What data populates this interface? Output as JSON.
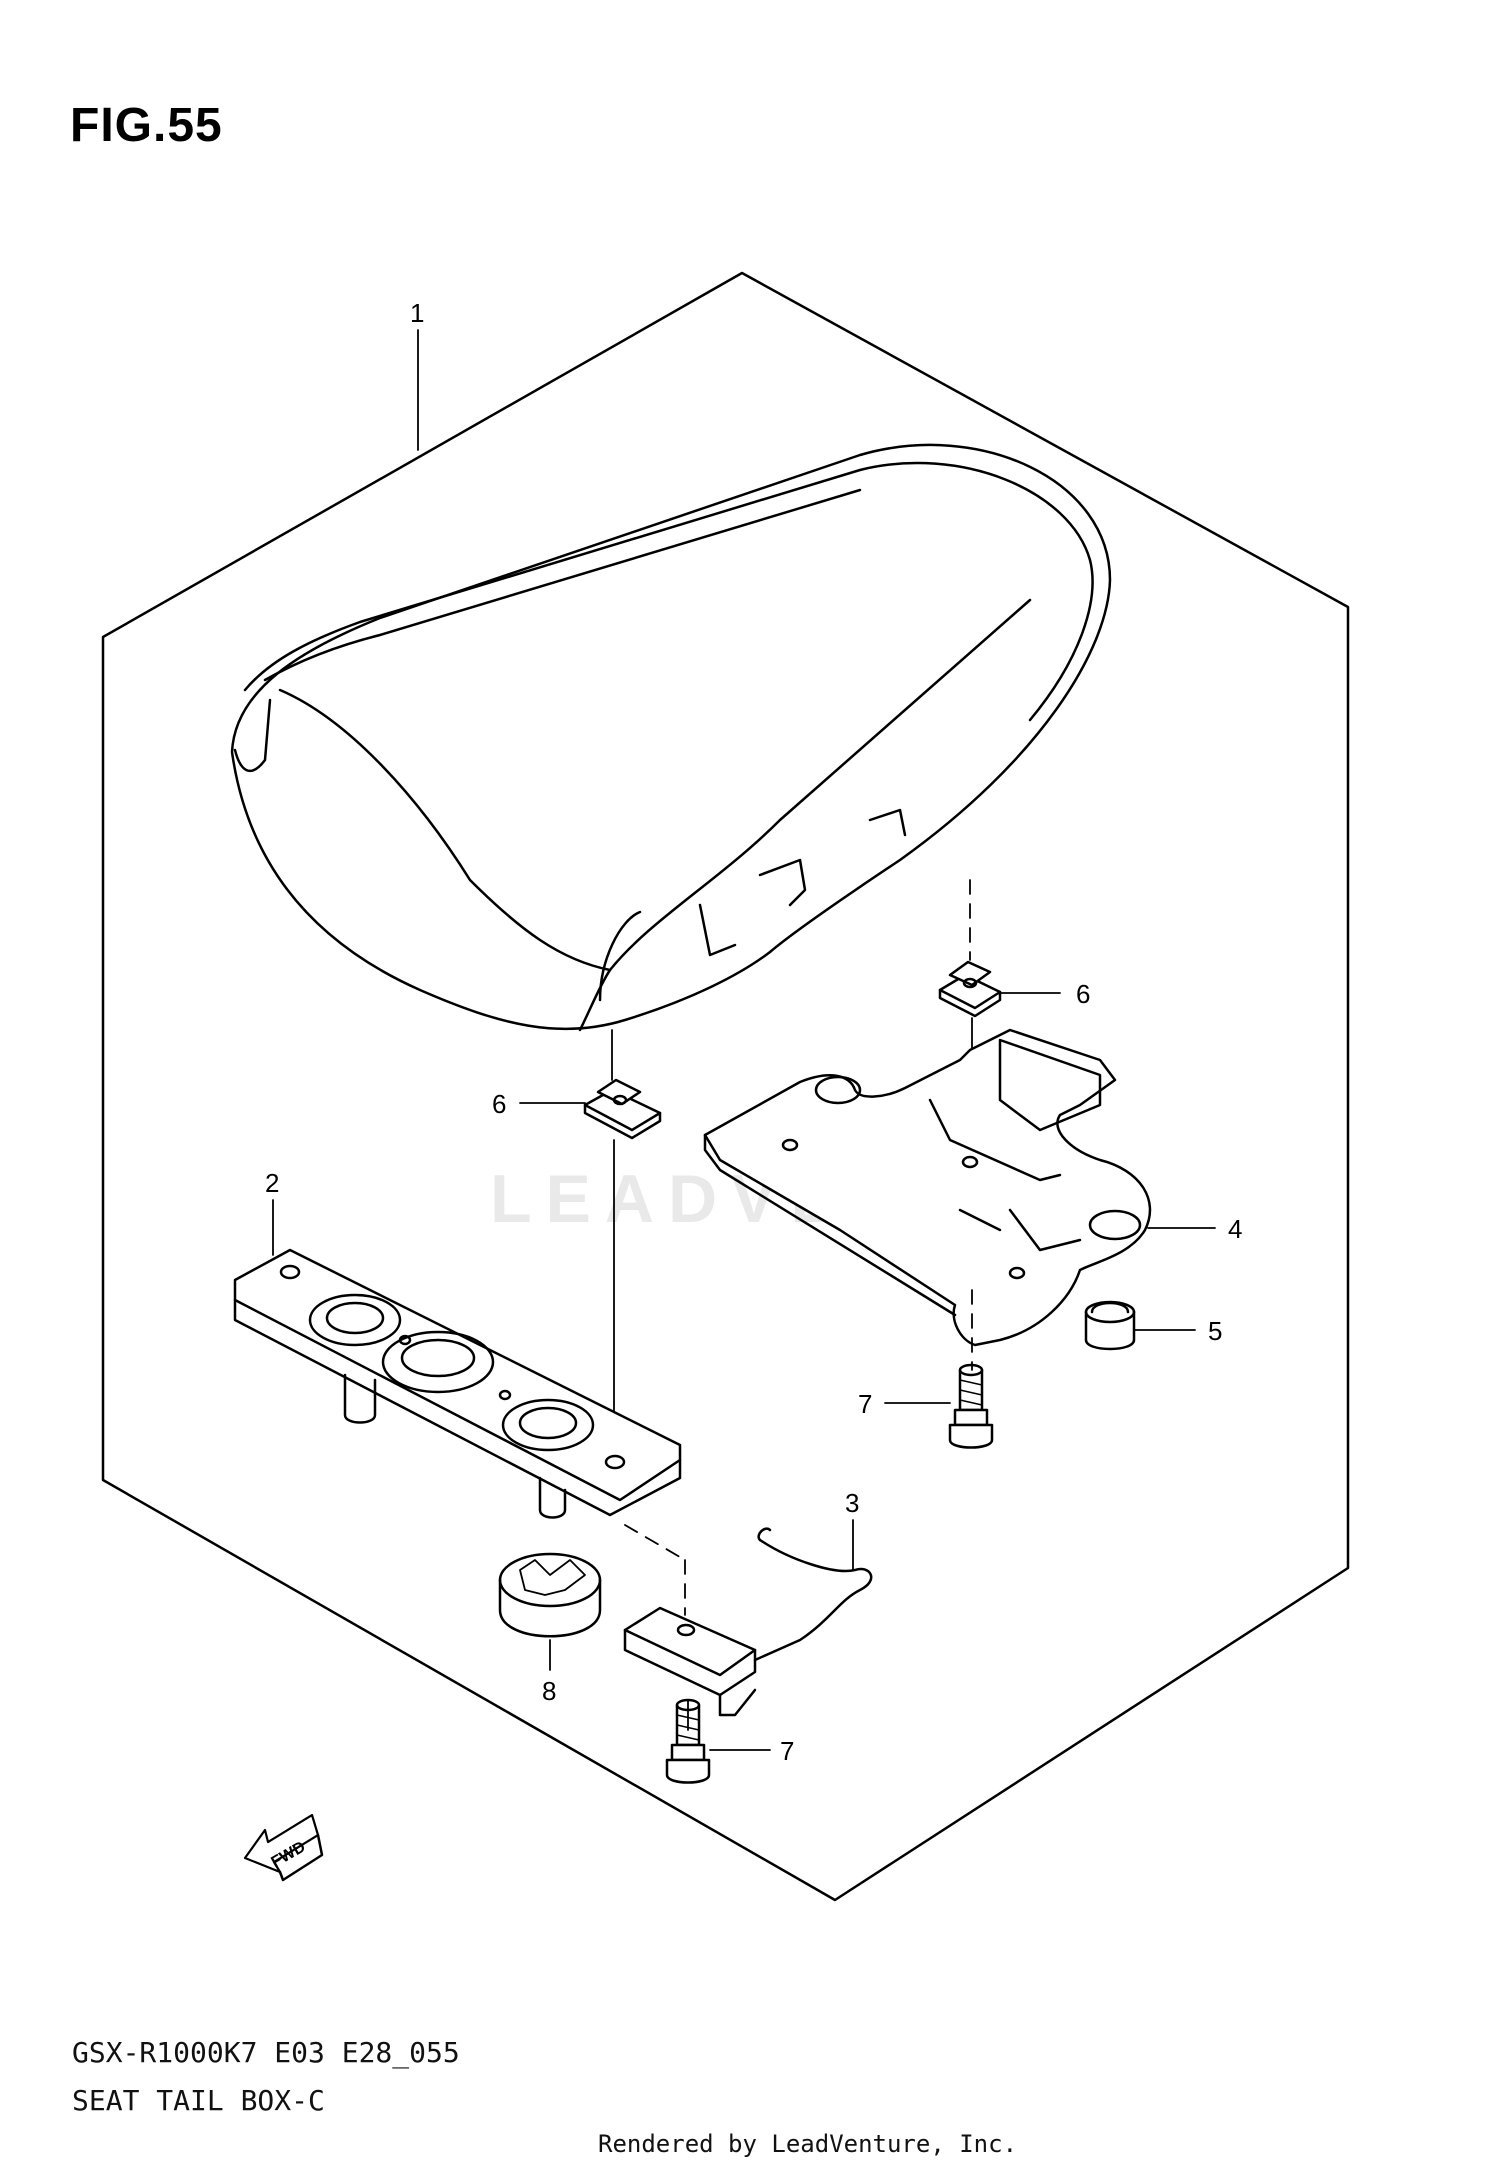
{
  "figure": {
    "title": "FIG.55"
  },
  "callouts": [
    {
      "id": "1",
      "label": "1"
    },
    {
      "id": "2",
      "label": "2"
    },
    {
      "id": "3",
      "label": "3"
    },
    {
      "id": "4",
      "label": "4"
    },
    {
      "id": "5",
      "label": "5"
    },
    {
      "id": "6a",
      "label": "6"
    },
    {
      "id": "6b",
      "label": "6"
    },
    {
      "id": "7a",
      "label": "7"
    },
    {
      "id": "7b",
      "label": "7"
    },
    {
      "id": "8",
      "label": "8"
    }
  ],
  "fwd_label": "FWD",
  "watermark": "LEADVENTURE",
  "footer": {
    "model_code": "GSX-R1000K7 E03 E28_055",
    "section_name": "SEAT TAIL BOX-C",
    "rendered_by": "Rendered by LeadVenture, Inc."
  },
  "colors": {
    "ink": "#000000",
    "watermark": "#d8d8d8"
  }
}
